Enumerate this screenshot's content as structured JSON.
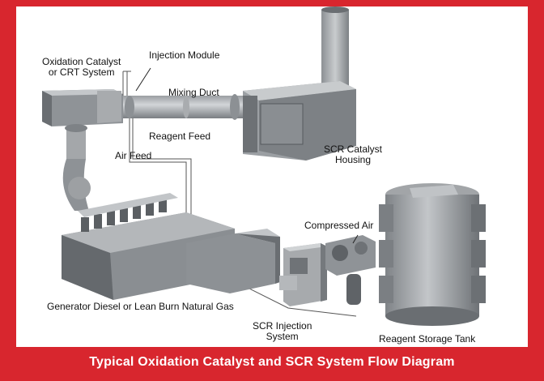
{
  "labels": {
    "oxidation_catalyst": "Oxidation Catalyst\nor CRT System",
    "injection_module": "Injection Module",
    "mixing_duct": "Mixing Duct",
    "reagent_feed": "Reagent Feed",
    "air_feed": "Air Feed",
    "scr_catalyst_housing": "SCR Catalyst\nHousing",
    "compressed_air": "Compressed Air",
    "generator": "Generator Diesel or Lean Burn Natural Gas",
    "scr_injection_system": "SCR Injection\nSystem",
    "reagent_storage_tank": "Reagent Storage Tank"
  },
  "caption": "Typical Oxidation Catalyst and SCR System Flow Diagram",
  "colors": {
    "frame": "#d8262e",
    "metal_light": "#b9bcbf",
    "metal_mid": "#8e9296",
    "metal_dark": "#5c6064",
    "text": "#111111"
  }
}
